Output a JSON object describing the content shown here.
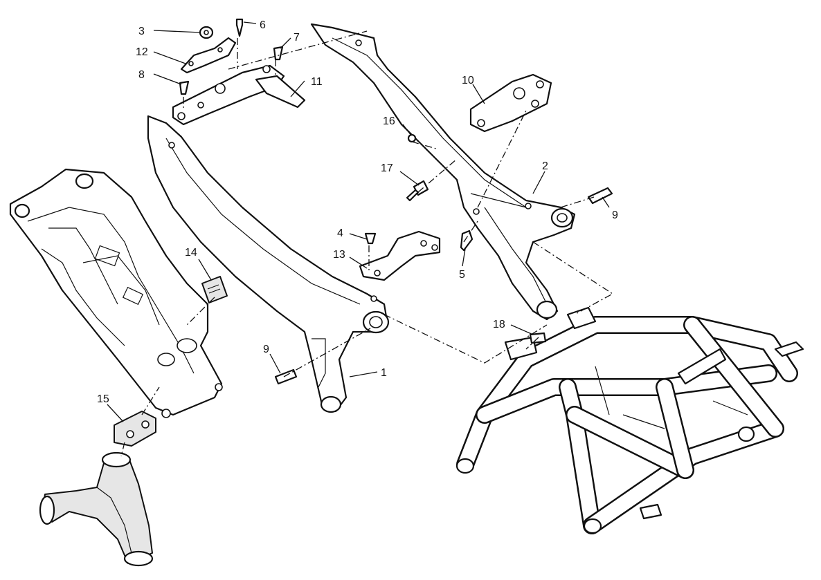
{
  "diagram": {
    "callouts": {
      "p1": "1",
      "p2": "2",
      "p3": "3",
      "p4": "4",
      "p5": "5",
      "p6": "6",
      "p7": "7",
      "p8": "8",
      "p9a": "9",
      "p9b": "9",
      "p10": "10",
      "p11": "11",
      "p12": "12",
      "p13": "13",
      "p14": "14",
      "p15": "15",
      "p16": "16",
      "p17": "17",
      "p18": "18"
    }
  }
}
